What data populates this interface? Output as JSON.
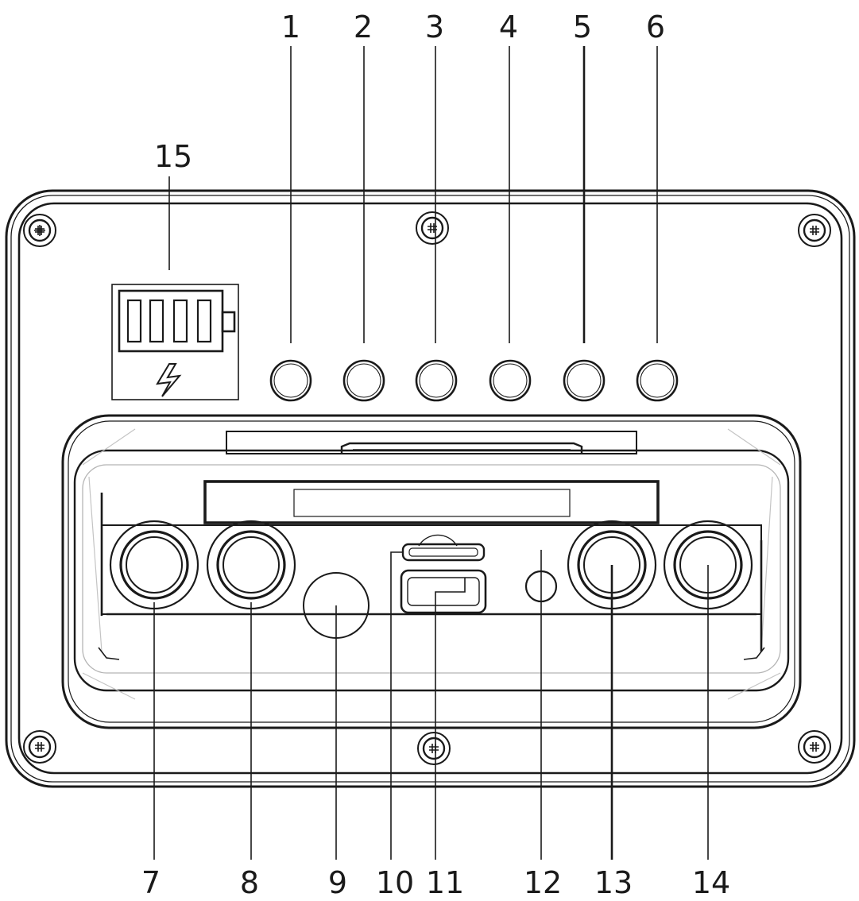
{
  "diagram": {
    "callouts": {
      "c1": "1",
      "c2": "2",
      "c3": "3",
      "c4": "4",
      "c5": "5",
      "c6": "6",
      "c7": "7",
      "c8": "8",
      "c9": "9",
      "c10": "10",
      "c11": "11",
      "c12": "12",
      "c13": "13",
      "c14": "14",
      "c15": "15"
    },
    "panel": {
      "screw_icon": "screw-head",
      "battery_icon": "battery-four-segments",
      "charge_icon": "lightning-bolt"
    },
    "colors": {
      "line": "#1a1a1a",
      "background": "#ffffff",
      "faint": "#b5b5b5"
    }
  }
}
